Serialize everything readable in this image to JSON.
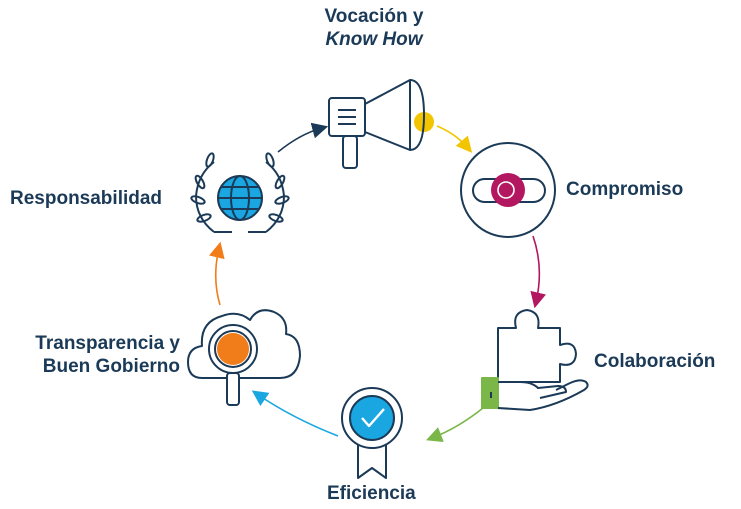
{
  "cycle": {
    "values": [
      {
        "id": "vocacion",
        "line1": "Vocación y",
        "line2": "Know How",
        "icon": "megaphone-icon",
        "accent": "#f2c500"
      },
      {
        "id": "compromiso",
        "line1": "Compromiso",
        "icon": "toggle-switch-icon",
        "accent": "#b3175f"
      },
      {
        "id": "colaboracion",
        "line1": "Colaboración",
        "icon": "puzzle-hand-icon",
        "accent": "#7ab648"
      },
      {
        "id": "eficiencia",
        "line1": "Eficiencia",
        "icon": "award-badge-icon",
        "accent": "#1aa6e0"
      },
      {
        "id": "transparencia",
        "line1": "Transparencia y",
        "line2": "Buen Gobierno",
        "icon": "cloud-magnifier-icon",
        "accent": "#f07c1a"
      },
      {
        "id": "responsabilidad",
        "line1": "Responsabilidad",
        "icon": "globe-laurel-icon",
        "accent": "#1aa6e0"
      }
    ],
    "colors": {
      "text": "#1b3a57",
      "line": "#1b3a57",
      "arrow_resp_to_voc": "#1b3a57",
      "arrow_voc_to_comp": "#f2c500",
      "arrow_comp_to_col": "#b3175f",
      "arrow_col_to_efi": "#7ab648",
      "arrow_efi_to_trans": "#1aa6e0",
      "arrow_trans_to_resp": "#f07c1a"
    }
  }
}
